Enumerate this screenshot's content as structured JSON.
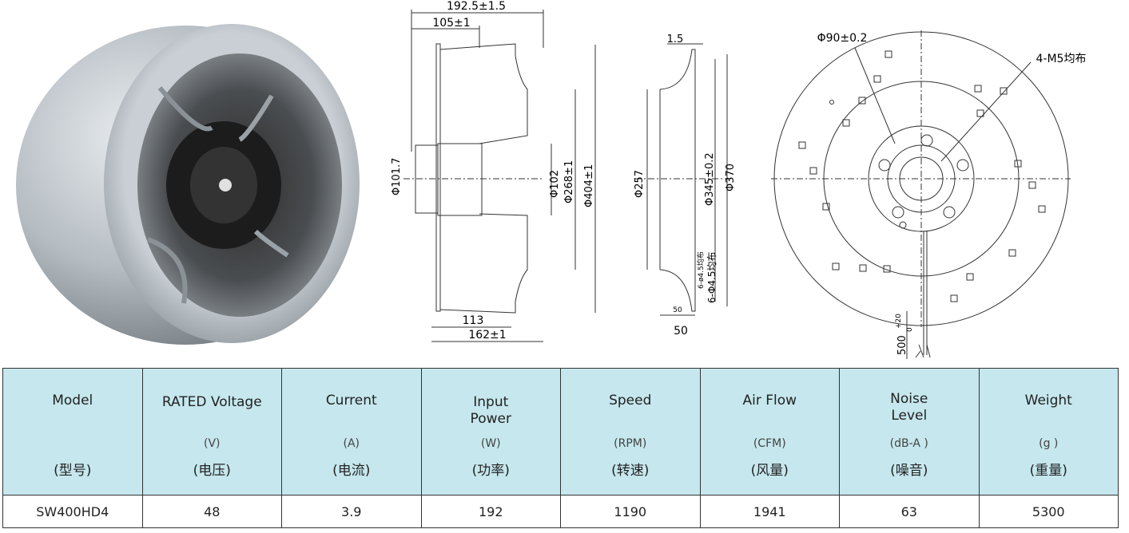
{
  "dimensions": {
    "side": {
      "overall_length": "192.5±1.5",
      "flange_depth": "105±1",
      "motor_dia": "Φ101.7",
      "hub_dia": "Φ102",
      "inlet_dia": "Φ268±1",
      "outer_dia": "Φ404±1",
      "depth_inner": "113",
      "depth_outer": "162±1"
    },
    "ring": {
      "thickness": "1.5",
      "inner_dia": "Φ257",
      "bolt_circle": "Φ345±0.2",
      "outer_dia": "Φ370",
      "holes_small": "6-ø4.5均布",
      "holes": "6-Φ4.5均布",
      "depth_small": "50",
      "depth": "50"
    },
    "front": {
      "center_dia": "Φ90±0.2",
      "threads": "4-M5均布",
      "cable_length": "500",
      "tol_plus": "+20",
      "tol_minus": "0"
    }
  },
  "table": {
    "headers": [
      {
        "name": "Model",
        "unit": "",
        "cn": "(型号)"
      },
      {
        "name": "RATED Voltage",
        "unit": "(V)",
        "cn": "(电压)"
      },
      {
        "name": "Current",
        "unit": "(A)",
        "cn": "(电流)"
      },
      {
        "name": "Input Power",
        "unit": "(W)",
        "cn": "(功率)"
      },
      {
        "name": "Speed",
        "unit": "(RPM)",
        "cn": "(转速)"
      },
      {
        "name": "Air Flow",
        "unit": "(CFM)",
        "cn": "(风量)"
      },
      {
        "name": "Noise Level",
        "unit": "(dB-A )",
        "cn": "(噪音)"
      },
      {
        "name": "Weight",
        "unit": "(g )",
        "cn": "(重量)"
      }
    ],
    "row": [
      "SW400HD4",
      "48",
      "3.9",
      "192",
      "1190",
      "1941",
      "63",
      "5300"
    ]
  }
}
